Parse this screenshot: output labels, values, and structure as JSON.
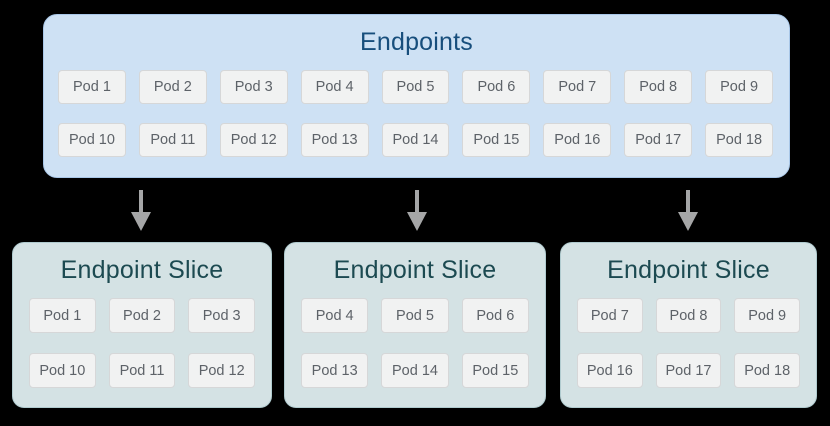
{
  "colors": {
    "canvas_bg": "#000000",
    "endpoints_fill": "#cee1f4",
    "endpoints_border": "#a9c7e8",
    "endpoints_title": "#174e7c",
    "slice_fill": "#d4e2e4",
    "slice_border": "#b0cbcf",
    "slice_title": "#1c4a51",
    "pod_fill": "#f1f2f2",
    "pod_border": "#d6d7d8",
    "pod_text": "#5d6268",
    "arrow": "#a5a6a7"
  },
  "endpoints_box": {
    "title": "Endpoints",
    "rows": [
      [
        "Pod 1",
        "Pod 2",
        "Pod 3",
        "Pod 4",
        "Pod 5",
        "Pod 6",
        "Pod 7",
        "Pod 8",
        "Pod 9"
      ],
      [
        "Pod 10",
        "Pod 11",
        "Pod 12",
        "Pod 13",
        "Pod 14",
        "Pod 15",
        "Pod 16",
        "Pod 17",
        "Pod 18"
      ]
    ]
  },
  "slices": [
    {
      "title": "Endpoint Slice",
      "rows": [
        [
          "Pod 1",
          "Pod 2",
          "Pod 3"
        ],
        [
          "Pod 10",
          "Pod 11",
          "Pod 12"
        ]
      ]
    },
    {
      "title": "Endpoint Slice",
      "rows": [
        [
          "Pod 4",
          "Pod 5",
          "Pod 6"
        ],
        [
          "Pod 13",
          "Pod 14",
          "Pod 15"
        ]
      ]
    },
    {
      "title": "Endpoint Slice",
      "rows": [
        [
          "Pod 7",
          "Pod 8",
          "Pod 9"
        ],
        [
          "Pod 16",
          "Pod 17",
          "Pod 18"
        ]
      ]
    }
  ]
}
